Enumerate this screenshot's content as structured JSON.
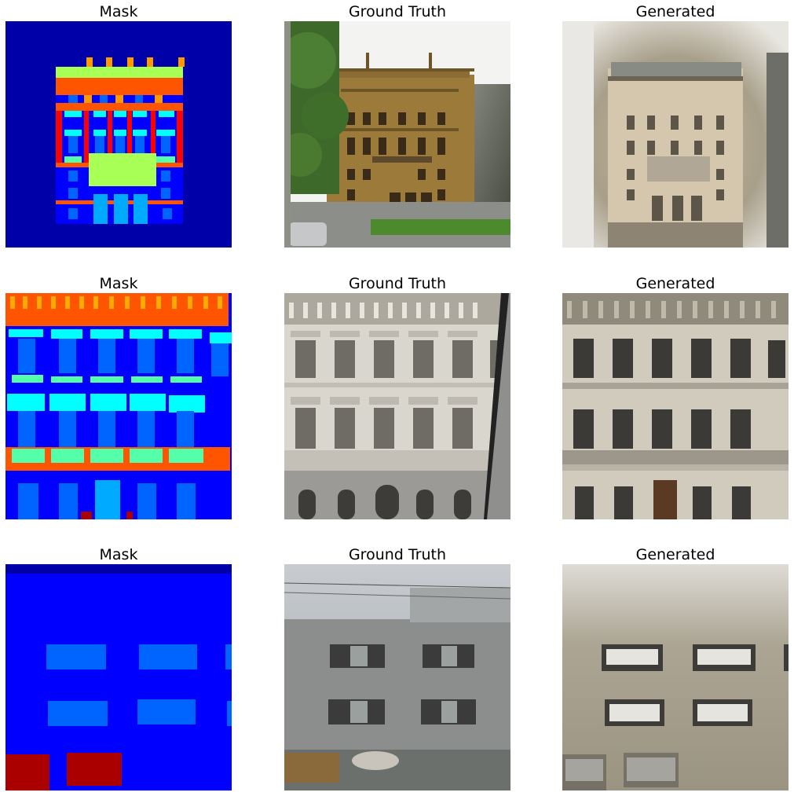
{
  "grid": {
    "rows": [
      {
        "titles": [
          "Mask",
          "Ground Truth",
          "Generated"
        ]
      },
      {
        "titles": [
          "Mask",
          "Ground Truth",
          "Generated"
        ]
      },
      {
        "titles": [
          "Mask",
          "Ground Truth",
          "Generated"
        ]
      }
    ]
  },
  "colors": {
    "mask_background": "#0000a8",
    "mask_wall": "#0000ff",
    "mask_window": "#0064ff",
    "mask_cornice": "#ff5500",
    "mask_sill": "#55ffaa",
    "mask_shop": "#a8ff55",
    "mask_cyan": "#00ffff",
    "mask_door": "#aa0000"
  }
}
